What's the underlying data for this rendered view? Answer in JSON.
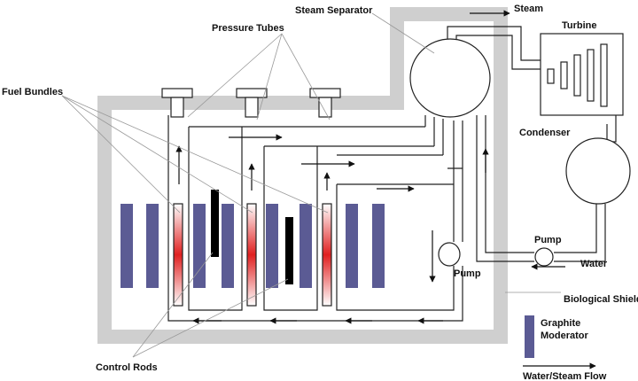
{
  "labels": {
    "pressure_tubes": "Pressure Tubes",
    "steam_separator": "Steam Separator",
    "steam": "Steam",
    "turbine": "Turbine",
    "fuel_bundles": "Fuel Bundles",
    "condenser": "Condenser",
    "pump_right": "Pump",
    "pump_left": "Pump",
    "water": "Water",
    "biological_shield": "Biological Shield",
    "control_rods": "Control Rods"
  },
  "legend": {
    "graphite_line1": "Graphite",
    "graphite_line2": "Moderator",
    "flow": "Water/Steam Flow"
  },
  "colors": {
    "shield": "#cfcfcf",
    "moderator": "#5b5b94",
    "fuel_glow": "#e02020",
    "control_rod": "#000000",
    "line": "#222222"
  }
}
